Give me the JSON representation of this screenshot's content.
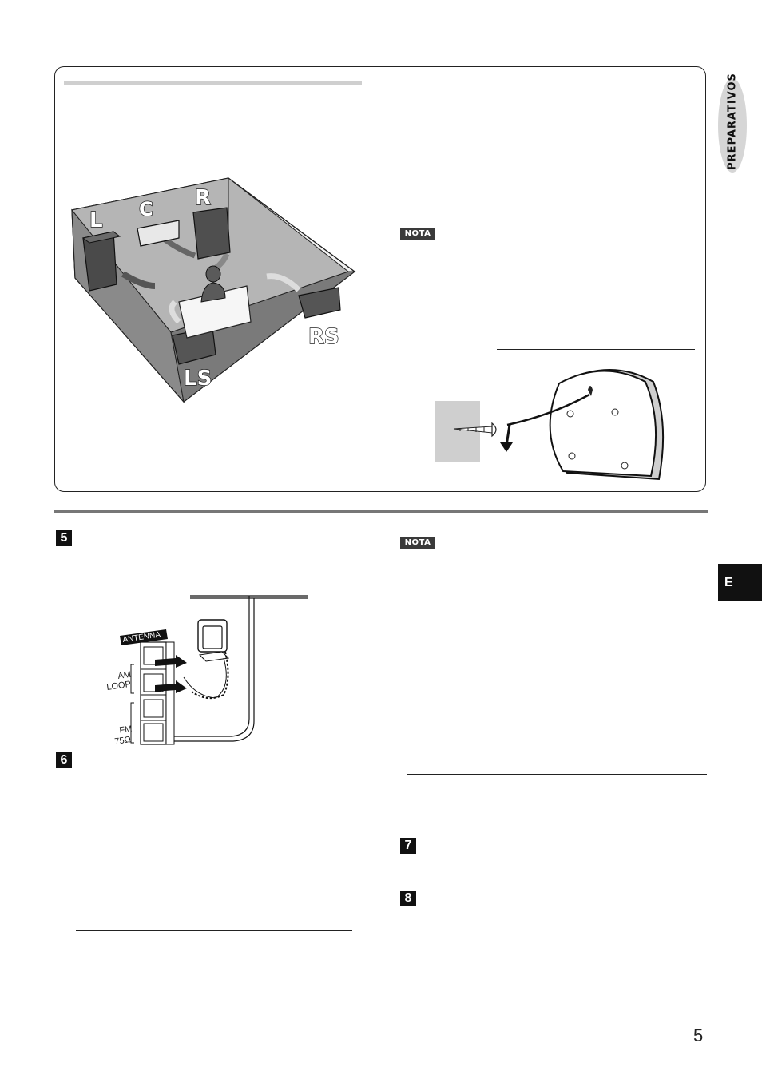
{
  "side_tab": {
    "section": "PREPARATIVOS",
    "language": "E"
  },
  "speaker_diagram": {
    "labels": {
      "left": "L",
      "center": "C",
      "right": "R",
      "left_surround": "LS",
      "right_surround": "RS"
    }
  },
  "notes": {
    "top": "NOTA",
    "bottom": "NOTA"
  },
  "steps": {
    "five": "5",
    "six": "6",
    "seven": "7",
    "eight": "8"
  },
  "antenna_diagram": {
    "title": "ANTENNA",
    "am_line1": "AM",
    "am_line2": "LOOP",
    "fm_label": "FM",
    "fm_impedance": "75Ω"
  },
  "page_number": "5"
}
